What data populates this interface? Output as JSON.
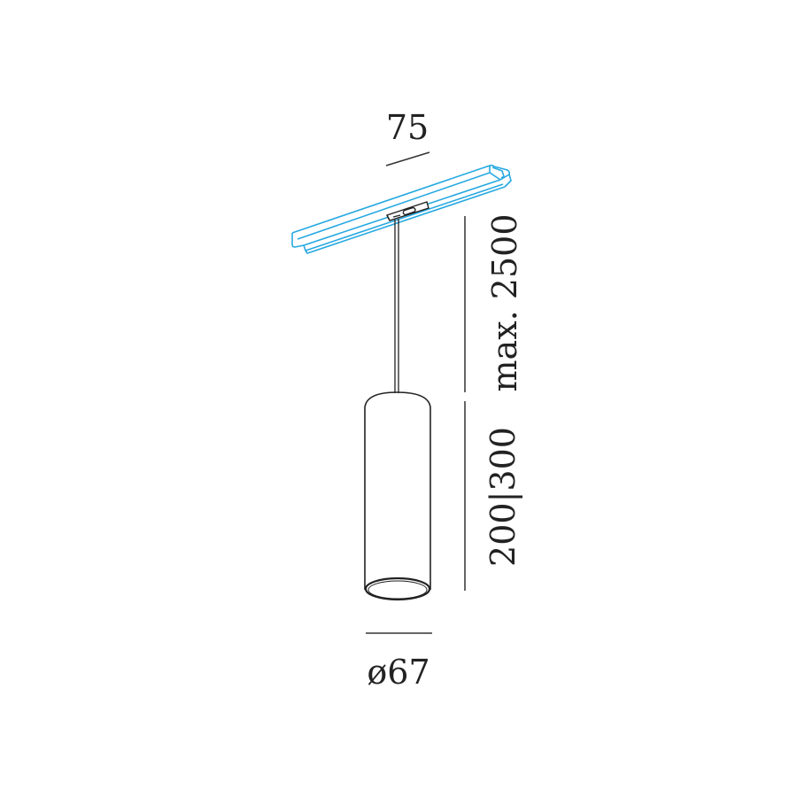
{
  "title": "Pendant luminaire on track - dimension drawing",
  "colors": {
    "track": "#27a9e1",
    "line": "#222222",
    "dimension_line": "#333333",
    "background": "#ffffff"
  },
  "dimensions": {
    "track_width": "75",
    "cable_length": "max. 2500",
    "body_height": "200|300",
    "diameter": "ø67"
  },
  "parts": [
    "track-rail",
    "track-adapter",
    "suspension-cable",
    "cylinder-body",
    "light-aperture"
  ]
}
